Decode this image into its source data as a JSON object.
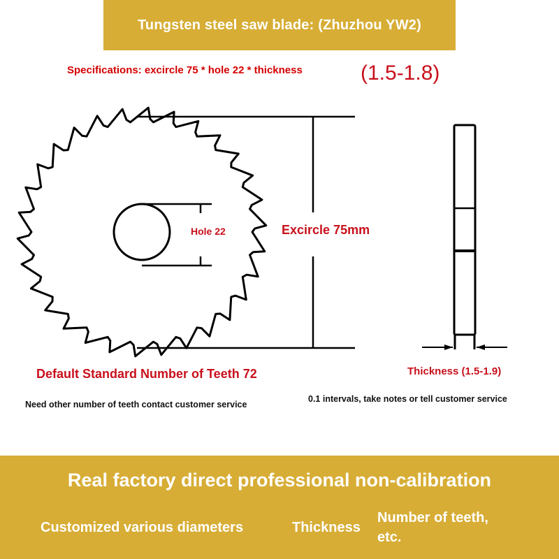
{
  "header": {
    "title": "Tungsten steel saw blade: (Zhuzhou YW2)",
    "banner_color": "#d7ad35"
  },
  "specifications": {
    "text": "Specifications: excircle 75 * hole 22 * thickness",
    "thickness_range": "(1.5-1.8)",
    "color": "#d40000"
  },
  "diagram": {
    "hole_label": "Hole 22",
    "excircle_label": "Excircle 75mm",
    "teeth_label": "Default Standard Number of Teeth 72",
    "thickness_label": "Thickness (1.5-1.9)"
  },
  "notes": {
    "teeth_note": "Need other number of teeth contact customer service",
    "thickness_note": "0.1 intervals, take notes or tell customer service"
  },
  "footer": {
    "title": "Real factory direct professional non-calibration",
    "items": [
      "Customized various diameters",
      "Thickness",
      "Number of teeth,",
      "etc."
    ]
  }
}
